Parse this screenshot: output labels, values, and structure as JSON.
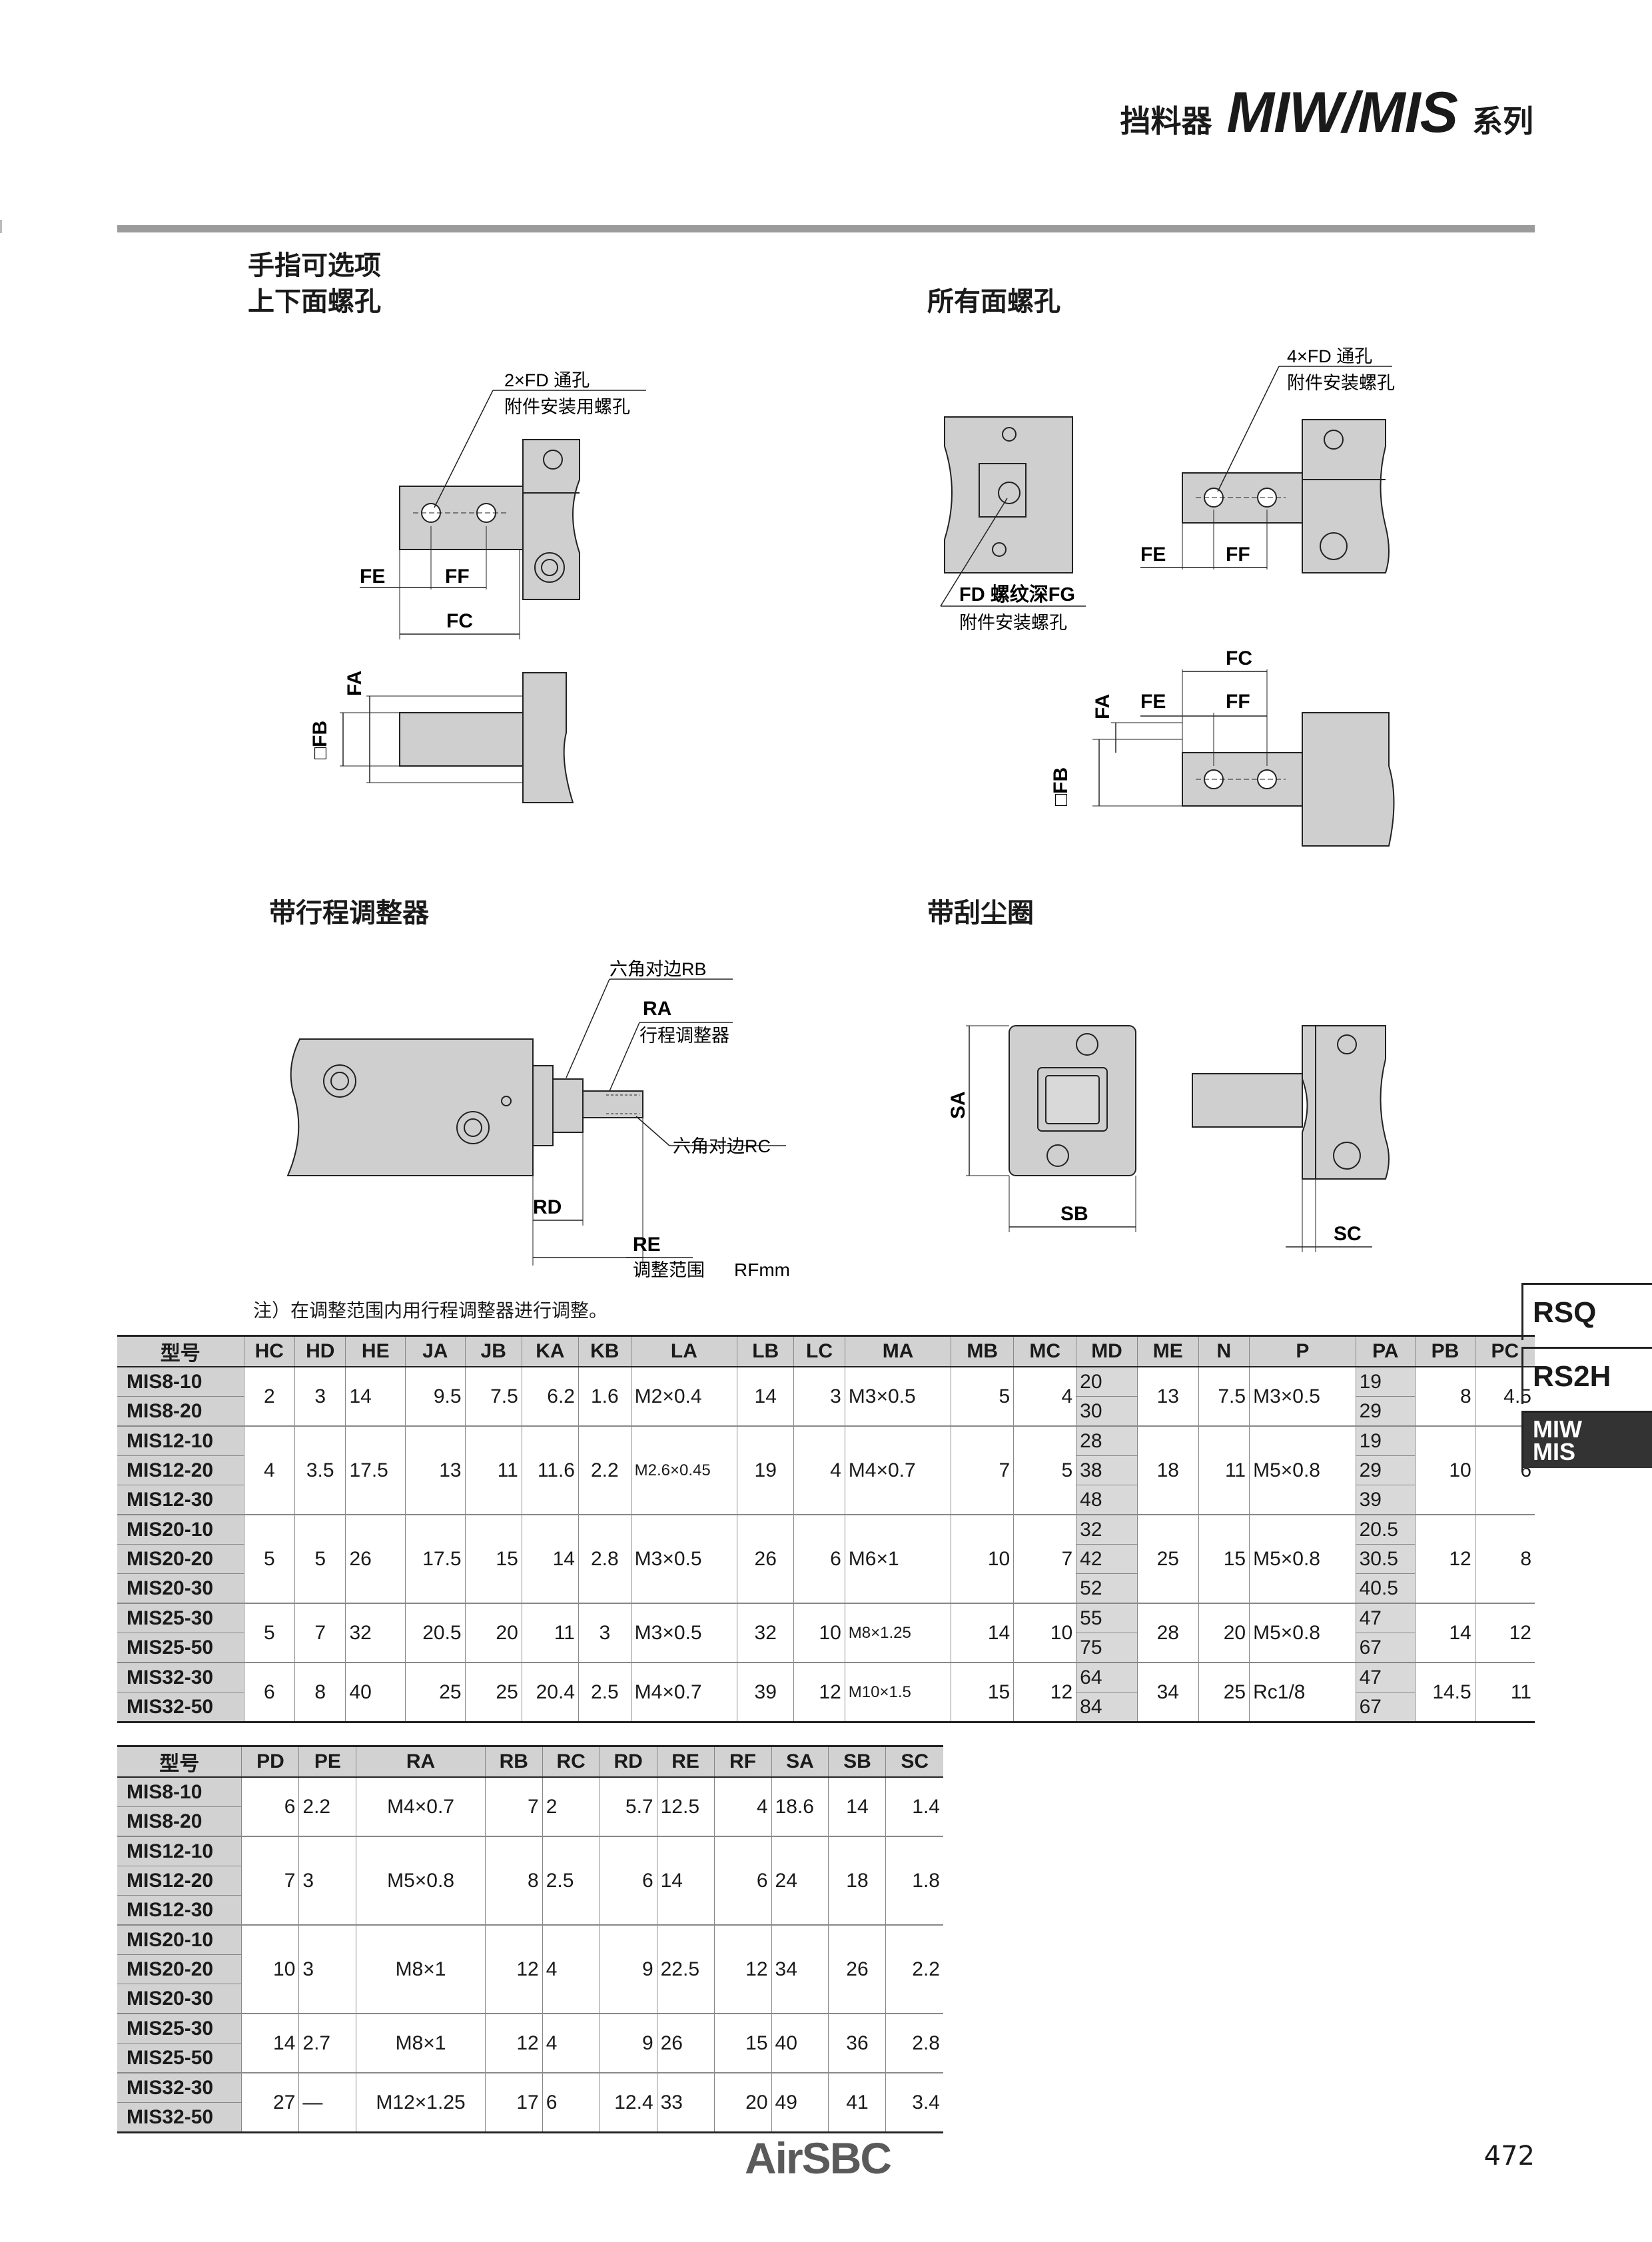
{
  "header": {
    "category": "挡料器",
    "series": "MIW/MIS",
    "suffix": "系列"
  },
  "sections": {
    "finger_option_1": "手指可选项",
    "finger_option_2": "上下面螺孔",
    "all_faces": "所有面螺孔",
    "stroke_adjuster": "带行程调整器",
    "scraper": "带刮尘圈"
  },
  "callouts": {
    "fd_2": "2×FD 通孔",
    "fd_2_sub": "附件安装用螺孔",
    "fd_4": "4×FD 通孔",
    "fd_4_sub": "附件安装螺孔",
    "fd_thread": "FD 螺纹深FG",
    "fd_thread_sub": "附件安装螺孔",
    "hex_rb": "六角对边RB",
    "ra": "RA",
    "ra_sub": "行程调整器",
    "hex_rc": "六角对边RC",
    "adjust_range": "调整范围",
    "rf_mm": "RFmm"
  },
  "dims": {
    "FE": "FE",
    "FF": "FF",
    "FC": "FC",
    "FA": "FA",
    "FB": "□FB",
    "RD": "RD",
    "RE": "RE",
    "SA": "SA",
    "SB": "SB",
    "SC": "SC"
  },
  "note": "注）在调整范围内用行程调整器进行调整。",
  "table1": {
    "headers": [
      "型号",
      "HC",
      "HD",
      "HE",
      "JA",
      "JB",
      "KA",
      "KB",
      "LA",
      "LB",
      "LC",
      "MA",
      "MB",
      "MC",
      "MD",
      "ME",
      "N",
      "P",
      "PA",
      "PB",
      "PC"
    ],
    "groups": [
      {
        "models": [
          "MIS8-10",
          "MIS8-20"
        ],
        "HC": "2",
        "HD": "3",
        "HE": "14",
        "JA": "9.5",
        "JB": "7.5",
        "KA": "6.2",
        "KB": "1.6",
        "LA": "M2×0.4",
        "LB": "14",
        "LC": "3",
        "MA": "M3×0.5",
        "MB": "5",
        "MC": "4",
        "MD": [
          "20",
          "30"
        ],
        "ME": "13",
        "N": "7.5",
        "P": "M3×0.5",
        "PA": [
          "19",
          "29"
        ],
        "PB": "8",
        "PC": "4.5"
      },
      {
        "models": [
          "MIS12-10",
          "MIS12-20",
          "MIS12-30"
        ],
        "HC": "4",
        "HD": "3.5",
        "HE": "17.5",
        "JA": "13",
        "JB": "11",
        "KA": "11.6",
        "KB": "2.2",
        "LA": "M2.6×0.45",
        "LB": "19",
        "LC": "4",
        "MA": "M4×0.7",
        "MB": "7",
        "MC": "5",
        "MD": [
          "28",
          "38",
          "48"
        ],
        "ME": "18",
        "N": "11",
        "P": "M5×0.8",
        "PA": [
          "19",
          "29",
          "39"
        ],
        "PB": "10",
        "PC": "6"
      },
      {
        "models": [
          "MIS20-10",
          "MIS20-20",
          "MIS20-30"
        ],
        "HC": "5",
        "HD": "5",
        "HE": "26",
        "JA": "17.5",
        "JB": "15",
        "KA": "14",
        "KB": "2.8",
        "LA": "M3×0.5",
        "LB": "26",
        "LC": "6",
        "MA": "M6×1",
        "MB": "10",
        "MC": "7",
        "MD": [
          "32",
          "42",
          "52"
        ],
        "ME": "25",
        "N": "15",
        "P": "M5×0.8",
        "PA": [
          "20.5",
          "30.5",
          "40.5"
        ],
        "PB": "12",
        "PC": "8"
      },
      {
        "models": [
          "MIS25-30",
          "MIS25-50"
        ],
        "HC": "5",
        "HD": "7",
        "HE": "32",
        "JA": "20.5",
        "JB": "20",
        "KA": "11",
        "KB": "3",
        "LA": "M3×0.5",
        "LB": "32",
        "LC": "10",
        "MA": "M8×1.25",
        "MB": "14",
        "MC": "10",
        "MD": [
          "55",
          "75"
        ],
        "ME": "28",
        "N": "20",
        "P": "M5×0.8",
        "PA": [
          "47",
          "67"
        ],
        "PB": "14",
        "PC": "12"
      },
      {
        "models": [
          "MIS32-30",
          "MIS32-50"
        ],
        "HC": "6",
        "HD": "8",
        "HE": "40",
        "JA": "25",
        "JB": "25",
        "KA": "20.4",
        "KB": "2.5",
        "LA": "M4×0.7",
        "LB": "39",
        "LC": "12",
        "MA": "M10×1.5",
        "MB": "15",
        "MC": "12",
        "MD": [
          "64",
          "84"
        ],
        "ME": "34",
        "N": "25",
        "P": "Rc1/8",
        "PA": [
          "47",
          "67"
        ],
        "PB": "14.5",
        "PC": "11"
      }
    ]
  },
  "table2": {
    "headers": [
      "型号",
      "PD",
      "PE",
      "RA",
      "RB",
      "RC",
      "RD",
      "RE",
      "RF",
      "SA",
      "SB",
      "SC"
    ],
    "groups": [
      {
        "models": [
          "MIS8-10",
          "MIS8-20"
        ],
        "PD": "6",
        "PE": "2.2",
        "RA": "M4×0.7",
        "RB": "7",
        "RC": "2",
        "RD": "5.7",
        "RE": "12.5",
        "RF": "4",
        "SA": "18.6",
        "SB": "14",
        "SC": "1.4"
      },
      {
        "models": [
          "MIS12-10",
          "MIS12-20",
          "MIS12-30"
        ],
        "PD": "7",
        "PE": "3",
        "RA": "M5×0.8",
        "RB": "8",
        "RC": "2.5",
        "RD": "6",
        "RE": "14",
        "RF": "6",
        "SA": "24",
        "SB": "18",
        "SC": "1.8"
      },
      {
        "models": [
          "MIS20-10",
          "MIS20-20",
          "MIS20-30"
        ],
        "PD": "10",
        "PE": "3",
        "RA": "M8×1",
        "RB": "12",
        "RC": "4",
        "RD": "9",
        "RE": "22.5",
        "RF": "12",
        "SA": "34",
        "SB": "26",
        "SC": "2.2"
      },
      {
        "models": [
          "MIS25-30",
          "MIS25-50"
        ],
        "PD": "14",
        "PE": "2.7",
        "RA": "M8×1",
        "RB": "12",
        "RC": "4",
        "RD": "9",
        "RE": "26",
        "RF": "15",
        "SA": "40",
        "SB": "36",
        "SC": "2.8"
      },
      {
        "models": [
          "MIS32-30",
          "MIS32-50"
        ],
        "PD": "27",
        "PE": "—",
        "RA": "M12×1.25",
        "RB": "17",
        "RC": "6",
        "RD": "12.4",
        "RE": "33",
        "RF": "20",
        "SA": "49",
        "SB": "41",
        "SC": "3.4"
      }
    ]
  },
  "side_tabs": [
    "RSQ",
    "RS2H",
    "MIW",
    "MIS"
  ],
  "footer": {
    "logo": "AirSBC",
    "page": "472"
  }
}
